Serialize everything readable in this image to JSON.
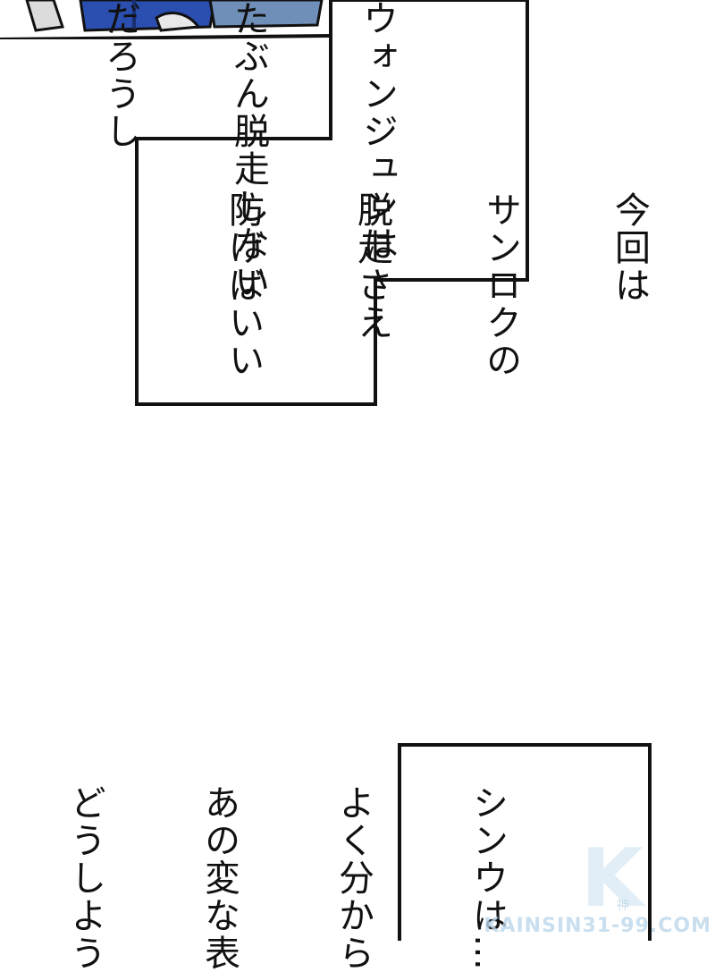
{
  "panels": {
    "box1": {
      "lines": [
        "ウォンジュンは",
        "たぶん脱走しない",
        "だろうし"
      ]
    },
    "box2": {
      "lines": [
        "今回は",
        "サンロクの",
        "脱走さえ",
        "防げばいい"
      ]
    },
    "box3": {
      "lines": [
        "シンウは…",
        "よく分から",
        "あの変な表",
        "どうしよう"
      ]
    }
  },
  "watermark": {
    "site": "KAINSIN31-99.COM",
    "letter": "K",
    "kanji": "神"
  },
  "colors": {
    "ink": "#111111",
    "background": "#ffffff",
    "art_blue": "#2a4fb0",
    "art_grey": "#6f8fb8",
    "watermark": "#bcd8ec"
  }
}
